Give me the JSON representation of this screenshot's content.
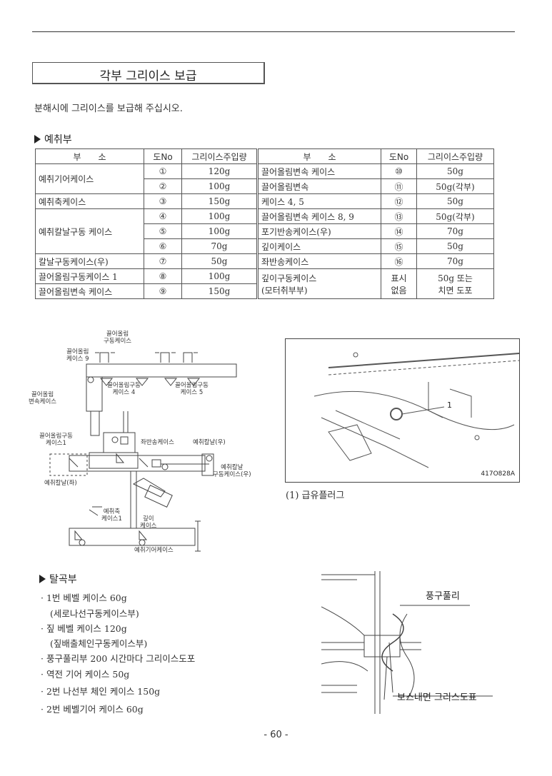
{
  "title": "각부 그리이스 보급",
  "intro": "분해시에 그리이스를 보급해 주십시오.",
  "section_reaper": "예취부",
  "table": {
    "headers": [
      "부　　소",
      "도No",
      "그리이스주입량",
      "부　　소",
      "도No",
      "그리이스주입량"
    ],
    "left_rows": [
      {
        "part": "예취기어케이스",
        "no": "①",
        "amount": "120g"
      },
      {
        "part": "",
        "no": "②",
        "amount": "100g"
      },
      {
        "part": "예취축케이스",
        "no": "③",
        "amount": "150g"
      },
      {
        "part": "예취칼날구동 케이스",
        "no": "④",
        "amount": "100g"
      },
      {
        "part": "",
        "no": "⑤",
        "amount": "100g"
      },
      {
        "part": "",
        "no": "⑥",
        "amount": "70g"
      },
      {
        "part": "칼날구동케이스(우)",
        "no": "⑦",
        "amount": "50g"
      },
      {
        "part": "끌어올림구동케이스 1",
        "no": "⑧",
        "amount": "100g"
      },
      {
        "part": "끌어올림변속 케이스",
        "no": "⑨",
        "amount": "150g"
      }
    ],
    "right_rows": [
      {
        "part": "끌어올림변속 케이스",
        "no": "⑩",
        "amount": "50g"
      },
      {
        "part": "끌어올림변속",
        "no": "⑪",
        "amount": "50g(각부)"
      },
      {
        "part": "케이스 4, 5",
        "no": "⑫",
        "amount": "50g"
      },
      {
        "part": "끌어올림변속 케이스 8, 9",
        "no": "⑬",
        "amount": "50g(각부)"
      },
      {
        "part": "포기반송케이스(우)",
        "no": "⑭",
        "amount": "70g"
      },
      {
        "part": "깊이케이스",
        "no": "⑮",
        "amount": "50g"
      },
      {
        "part": "좌반송케이스",
        "no": "⑯",
        "amount": "70g"
      },
      {
        "part": "깊이구동케이스",
        "part2": "(모터취부부)",
        "no": "표시",
        "no2": "없음",
        "amount": "50g 또는",
        "amount2": "치면 도포"
      }
    ]
  },
  "diagram_labels": {
    "top": "끌어올림\n구동케이스",
    "case9": "끌어올림\n케이스 9",
    "case4": "끌어올림구동\n케이스 4",
    "case5": "끌어올림구동\n케이스 5",
    "shift": "끌어올림\n변속케이스",
    "drive1": "끌어올림구동\n케이스1",
    "left_conv": "좌반송케이스",
    "blade_r": "예취칼날(우)",
    "blade_drive_r": "예취칼날\n구동케이스(우)",
    "blade_l": "예취칼날(좌)",
    "axle1": "예취축\n케이스1",
    "depth": "깊이\n케이스",
    "gear": "예취기어케이스"
  },
  "photo": {
    "callout": "1",
    "code": "417O828A"
  },
  "photo_caption": "(1) 급유플러그",
  "section_thresher": "탈곡부",
  "thresher_items": [
    "· 1번 베벨 케이스 60g",
    "(세로나선구동케이스부)",
    "· 짚 베벨 케이스 120g",
    "(짚배출체인구동케이스부)",
    "· 풍구풀리부 200 시간마다 그리이스도포",
    "· 역전 기어 케이스 50g",
    "· 2번 나선부 체인 케이스 150g",
    "· 2번 베벨기어 케이스 60g"
  ],
  "fan_pulley_label": "풍구풀리",
  "boss_label": "보스내면 그리스도표",
  "page_number": "- 60 -"
}
